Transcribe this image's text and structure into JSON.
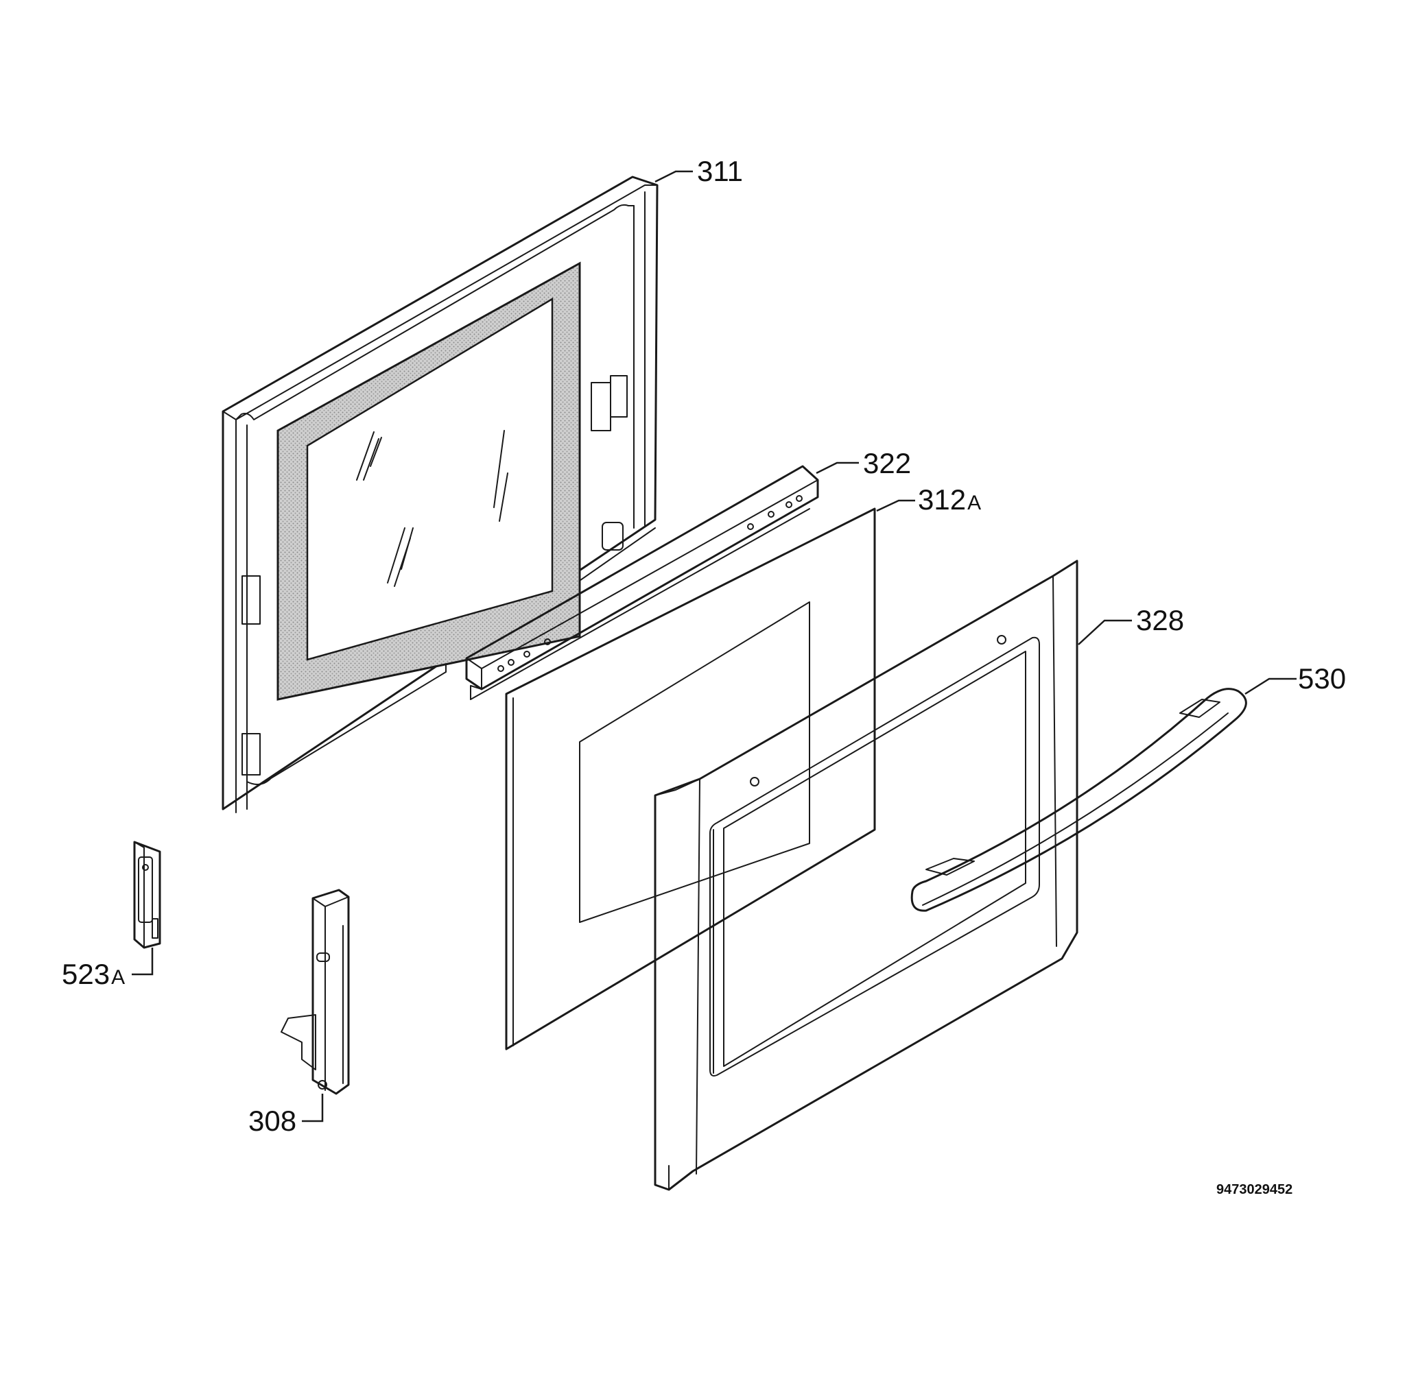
{
  "diagram": {
    "document_number": "9473029452",
    "parts": [
      {
        "id": "311",
        "number": "311",
        "suffix": ""
      },
      {
        "id": "322",
        "number": "322",
        "suffix": ""
      },
      {
        "id": "312A",
        "number": "312",
        "suffix": "A"
      },
      {
        "id": "328",
        "number": "328",
        "suffix": ""
      },
      {
        "id": "530",
        "number": "530",
        "suffix": ""
      },
      {
        "id": "523A",
        "number": "523",
        "suffix": "A"
      },
      {
        "id": "308",
        "number": "308",
        "suffix": ""
      }
    ]
  }
}
